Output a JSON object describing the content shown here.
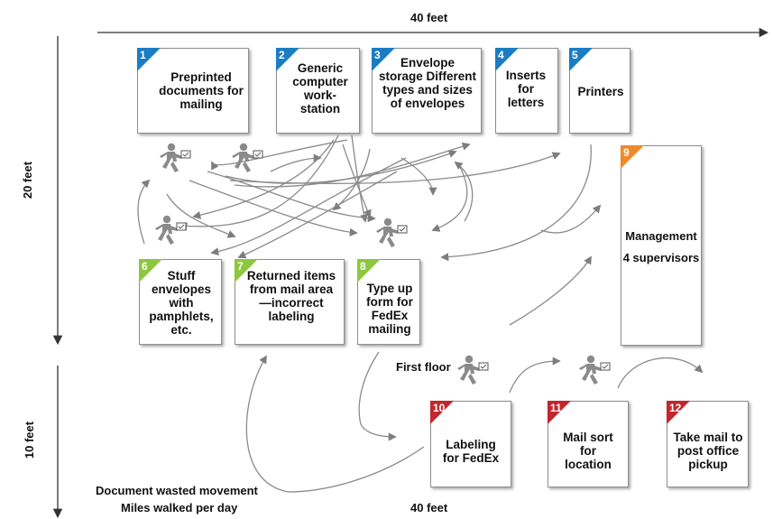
{
  "dimensions": {
    "top_width": "40 feet",
    "bottom_width": "40 feet",
    "upper_height": "20 feet",
    "lower_height": "10 feet"
  },
  "stations": [
    {
      "num": "1",
      "label": "Preprinted documents for mailing",
      "color": "#1a7dc4"
    },
    {
      "num": "2",
      "label": "Generic computer work-station",
      "color": "#1a7dc4"
    },
    {
      "num": "3",
      "label": "Envelope storage Different types and sizes of envelopes",
      "color": "#1a7dc4"
    },
    {
      "num": "4",
      "label": "Inserts for letters",
      "color": "#1a7dc4"
    },
    {
      "num": "5",
      "label": "Printers",
      "color": "#1a7dc4"
    },
    {
      "num": "6",
      "label": "Stuff envelopes with pamphlets, etc.",
      "color": "#8dc63f"
    },
    {
      "num": "7",
      "label": "Returned items from mail area—incorrect labeling",
      "color": "#8dc63f"
    },
    {
      "num": "8",
      "label": "Type up form for FedEx mailing",
      "color": "#8dc63f"
    },
    {
      "num": "9",
      "label": "",
      "color": "#f0892a"
    },
    {
      "num": "10",
      "label": "Labeling for FedEx",
      "color": "#c1272d"
    },
    {
      "num": "11",
      "label": "Mail sort for location",
      "color": "#c1272d"
    },
    {
      "num": "12",
      "label": "Take mail to post office pickup",
      "color": "#c1272d"
    }
  ],
  "management": {
    "line1": "Management",
    "line2": "4 supervisors"
  },
  "first_floor": "First floor",
  "legend": {
    "line1": "Document wasted movement",
    "line2": "Miles walked per day"
  },
  "colors": {
    "worker": "#8a8a8a",
    "arrow": "#8a8a8a",
    "stroke": "#333333"
  }
}
